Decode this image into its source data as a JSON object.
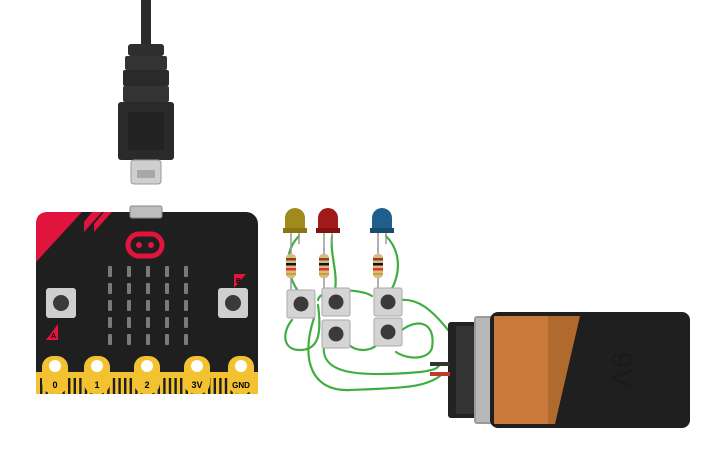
{
  "board": {
    "pins": [
      "0",
      "1",
      "2",
      "3V",
      "GND"
    ],
    "button_a_label": "A",
    "button_b_label": "B",
    "led_matrix": {
      "rows": 5,
      "cols": 5
    }
  },
  "leds": [
    {
      "color": "yellow"
    },
    {
      "color": "red"
    },
    {
      "color": "blue"
    }
  ],
  "battery": {
    "label": "9V"
  },
  "colors": {
    "board": "#1f1f1f",
    "board_red": "#e0143c",
    "pad_gold": "#f2c230",
    "wire": "#3fae3f",
    "battery_body": "#c97a3a",
    "led_yellow": "#a08a1c",
    "led_red": "#a11a1a",
    "led_blue": "#1f5f8c"
  }
}
